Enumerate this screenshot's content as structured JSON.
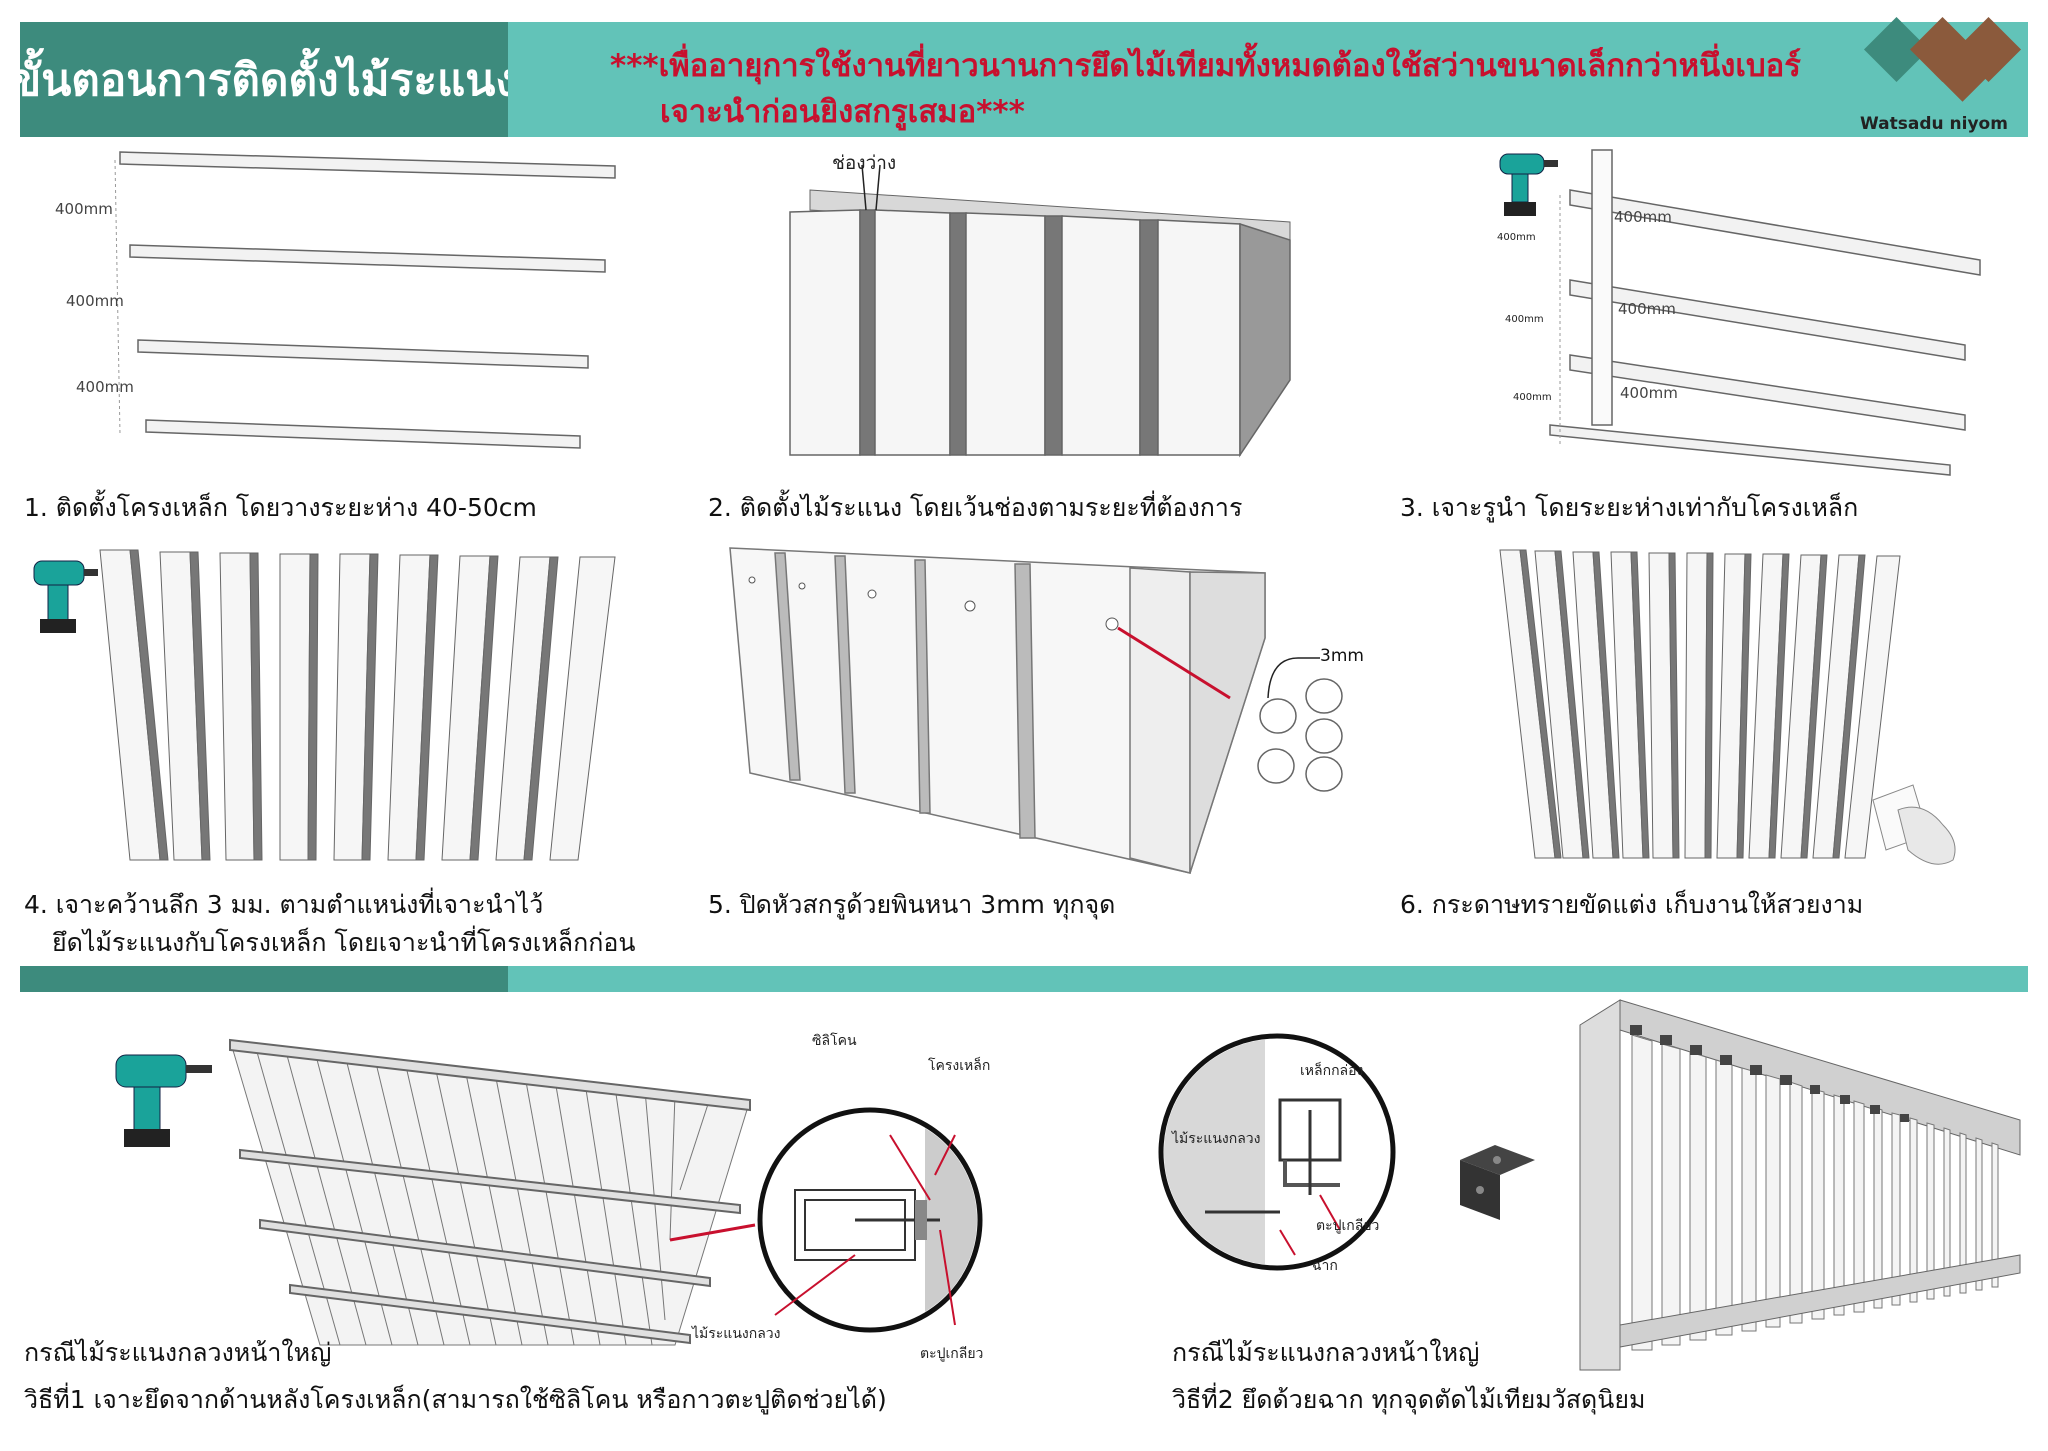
{
  "header": {
    "title": "ขั้นตอนการติดตั้งไม้ระแนง",
    "warning_line1": "***เพื่ออายุการใช้งานที่ยาวนานการยึดไม้เทียมทั้งหมดต้องใช้สว่านขนาดเล็กกว่าหนึ่งเบอร์",
    "warning_line2": "เจาะนำก่อนยิงสกรูเสมอ***",
    "logo_text": "Watsadu niyom",
    "colors": {
      "dark_teal": "#3d8b7d",
      "light_teal": "#62c3b8",
      "warning_red": "#c8102e",
      "logo_teal": "#3d8b7d",
      "logo_brown": "#8b5a3c"
    }
  },
  "steps": [
    {
      "caption": "1. ติดตั้งโครงเหล็ก โดยวางระยะห่าง 40-50cm",
      "labels": [
        "400mm",
        "400mm",
        "400mm"
      ]
    },
    {
      "caption": "2. ติดตั้งไม้ระแนง โดยเว้นช่องตามระยะที่ต้องการ",
      "labels": [
        "ช่องว่าง"
      ]
    },
    {
      "caption": "3. เจาะรูนำ โดยระยะห่างเท่ากับโครงเหล็ก",
      "labels": [
        "400mm",
        "400mm",
        "400mm",
        "400mm",
        "400mm",
        "400mm"
      ]
    },
    {
      "caption_line1": "4. เจาะคว้านลึก 3 มม. ตามตำแหน่งที่เจาะนำไว้",
      "caption_line2": "ยึดไม้ระแนงกับโครงเหล็ก โดยเจาะนำที่โครงเหล็กก่อน"
    },
    {
      "caption": "5. ปิดหัวสกรูด้วยพินหนา 3mm ทุกจุด",
      "labels": [
        "3mm"
      ]
    },
    {
      "caption": "6. กระดาษทรายขัดแต่ง เก็บงานให้สวยงาม"
    }
  ],
  "method1": {
    "line1": "กรณีไม้ระแนงกลวงหน้าใหญ่",
    "line2": "วิธีที่1 เจาะยึดจากด้านหลังโครงเหล็ก(สามารถใช้ซิลิโคน หรือกาวตะปูติดช่วยได้)",
    "labels": {
      "silicone": "ซิลิโคน",
      "steel_frame": "โครงเหล็ก",
      "hollow_slat": "ไม้ระแนงกลวง",
      "screw": "ตะปูเกลียว"
    }
  },
  "method2": {
    "line1": "กรณีไม้ระแนงกลวงหน้าใหญ่",
    "line2": "วิธีที่2 ยึดด้วยฉาก ทุกจุดตัดไม้เทียมวัสดุนิยม",
    "labels": {
      "box_steel": "เหล็กกล่อง",
      "hollow_slat": "ไม้ระแนงกลวง",
      "screw": "ตะปูเกลียว",
      "bracket": "ฉาก"
    }
  }
}
